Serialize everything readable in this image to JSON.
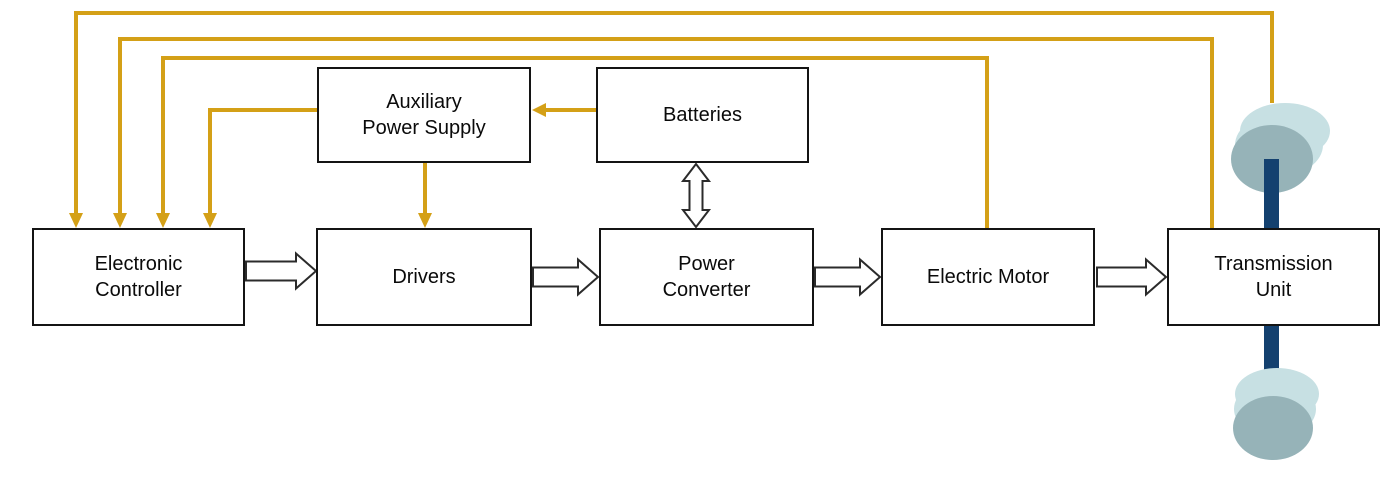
{
  "blocks": {
    "electronic_controller": {
      "lines": [
        "Electronic",
        "Controller"
      ]
    },
    "drivers": {
      "lines": [
        "Drivers"
      ]
    },
    "power_converter": {
      "lines": [
        "Power",
        "Converter"
      ]
    },
    "electric_motor": {
      "lines": [
        "Electric Motor"
      ]
    },
    "transmission_unit": {
      "lines": [
        "Transmission",
        "Unit"
      ]
    },
    "auxiliary_power_supply": {
      "lines": [
        "Auxiliary",
        "Power Supply"
      ]
    },
    "batteries": {
      "lines": [
        "Batteries"
      ]
    }
  },
  "connections": {
    "flow_arrows": [
      {
        "from": "Electronic Controller",
        "to": "Drivers",
        "style": "white-block-arrow"
      },
      {
        "from": "Drivers",
        "to": "Power Converter",
        "style": "white-block-arrow"
      },
      {
        "from": "Power Converter",
        "to": "Electric Motor",
        "style": "white-block-arrow"
      },
      {
        "from": "Electric Motor",
        "to": "Transmission Unit",
        "style": "white-block-arrow"
      },
      {
        "from": "Batteries",
        "to": "Power Converter",
        "style": "white-block-arrow",
        "bidirectional": true
      }
    ],
    "feedback_lines": [
      {
        "from": "Wheel (upper)",
        "to": "Electronic Controller",
        "style": "gold"
      },
      {
        "from": "Transmission Unit",
        "to": "Electronic Controller",
        "style": "gold"
      },
      {
        "from": "Electric Motor",
        "to": "Electronic Controller",
        "style": "gold"
      },
      {
        "from": "Auxiliary Power Supply",
        "to": "Electronic Controller",
        "style": "gold"
      },
      {
        "from": "Batteries",
        "to": "Auxiliary Power Supply",
        "style": "gold"
      },
      {
        "from": "Auxiliary Power Supply",
        "to": "Drivers",
        "style": "gold"
      }
    ],
    "mechanical": [
      {
        "from": "Transmission Unit",
        "to": "Wheel (upper)",
        "style": "axle-shaft"
      },
      {
        "from": "Transmission Unit",
        "to": "Wheel (lower)",
        "style": "axle-shaft"
      }
    ]
  },
  "colors": {
    "feedback_line": "#D4A017",
    "axle": "#14416F",
    "wheel_top": "#C7E0E3",
    "wheel_face": "#96B3B8",
    "box_border": "#141414",
    "flow_arrow_fill": "#FFFFFF",
    "flow_arrow_outline": "#2B2B2B",
    "label_color": "#0A0A0A",
    "background": "#FFFFFF"
  }
}
